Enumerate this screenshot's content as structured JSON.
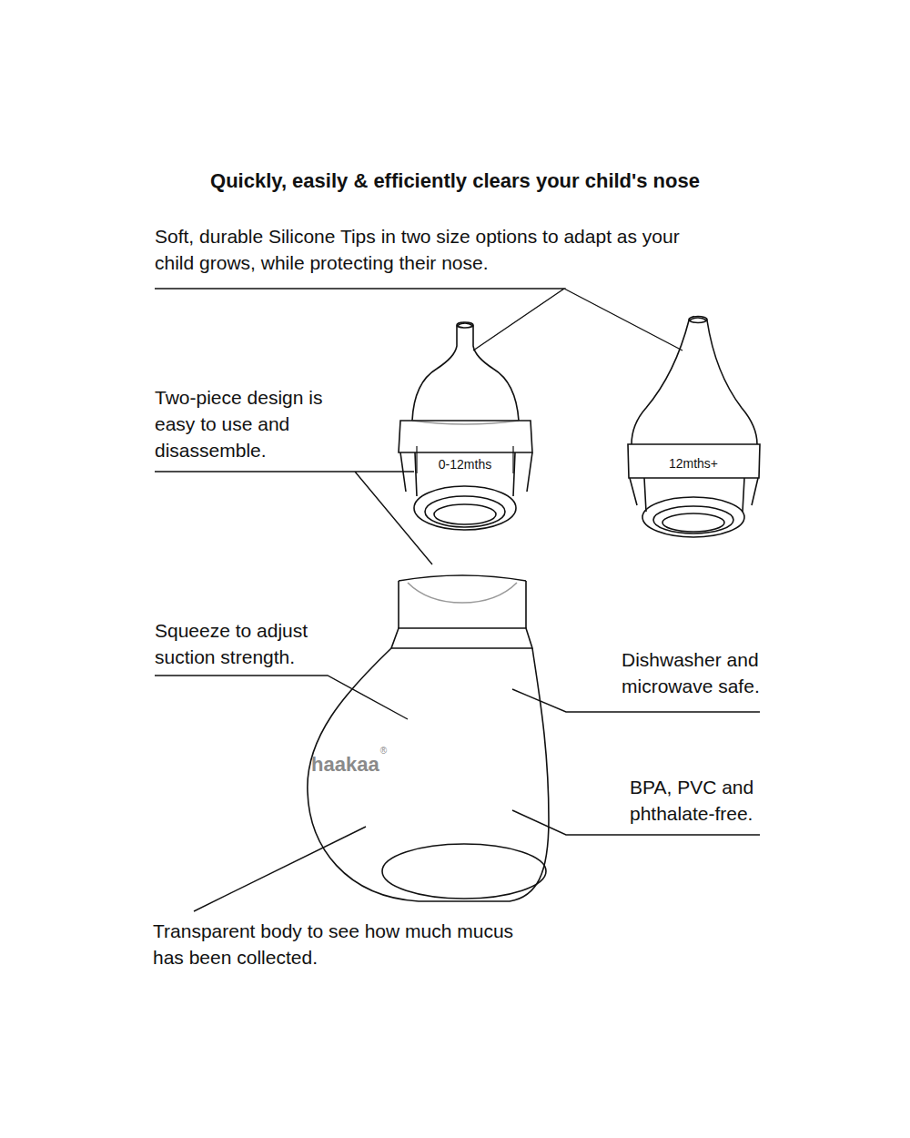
{
  "diagram": {
    "title": "Quickly, easily & efficiently clears your child's nose",
    "labels": [
      "Soft, durable Silicone Tips in two size options to adapt as your child grows, while protecting their nose.",
      "Two-piece design is easy to use and disassemble.",
      "0-12mths",
      "12mths+",
      "Squeeze to adjust suction strength.",
      "Dishwasher and microwave safe.",
      "haakaa",
      "®",
      "BPA, PVC and phthalate-free.",
      "Transparent body to see how much mucus has been collected."
    ]
  }
}
